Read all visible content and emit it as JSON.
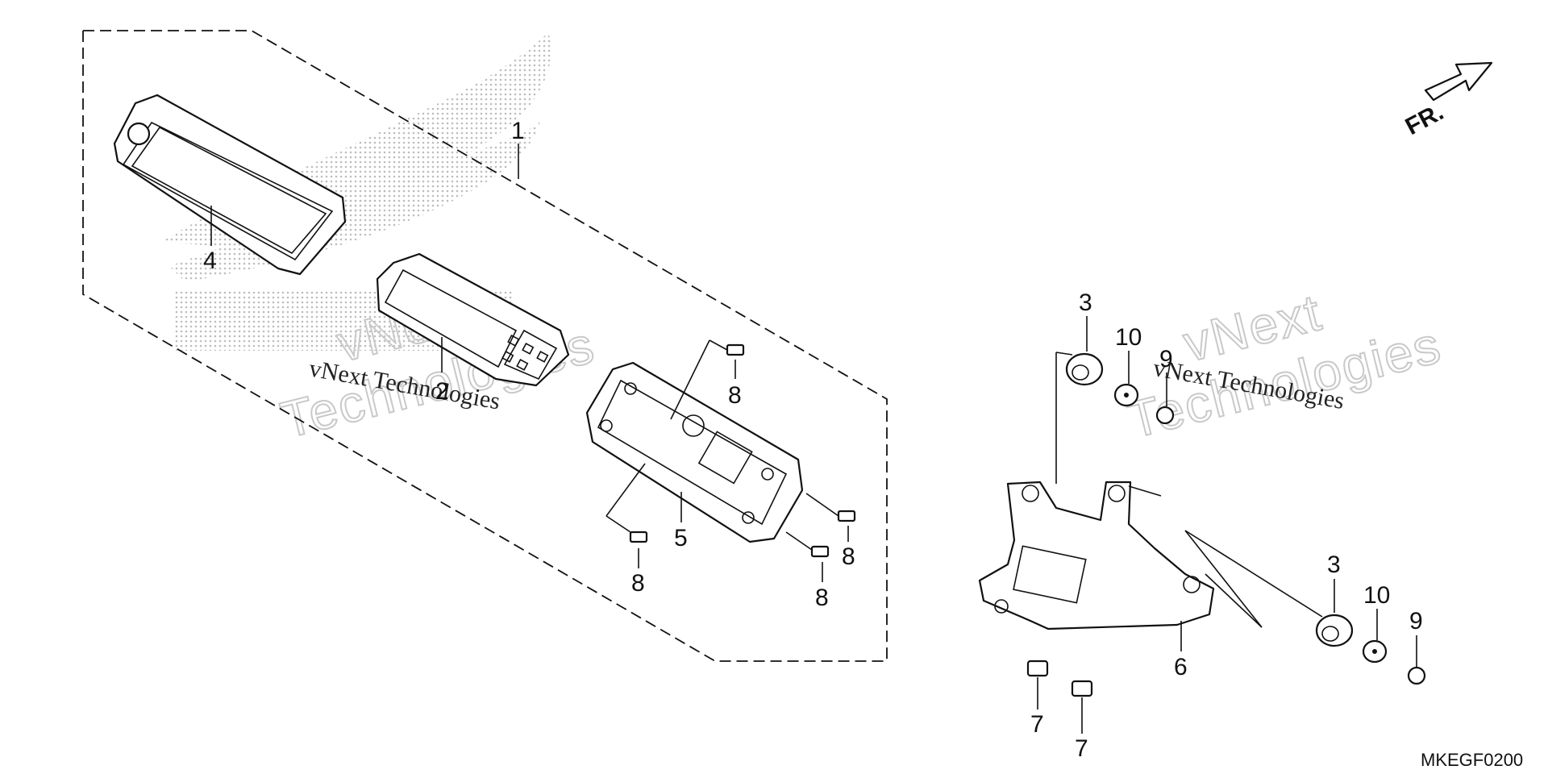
{
  "diagram": {
    "code": "MKEGF0200",
    "direction_label": "FR.",
    "watermark": {
      "line1": "vNext",
      "line2": "Technologies",
      "caption": "vNext Technologies"
    },
    "callouts": {
      "c1": "1",
      "c2": "2",
      "c3a": "3",
      "c3b": "3",
      "c4": "4",
      "c5": "5",
      "c6": "6",
      "c7a": "7",
      "c7b": "7",
      "c8a": "8",
      "c8b": "8",
      "c8c": "8",
      "c8d": "8",
      "c9a": "9",
      "c9b": "9",
      "c10a": "10",
      "c10b": "10"
    }
  }
}
